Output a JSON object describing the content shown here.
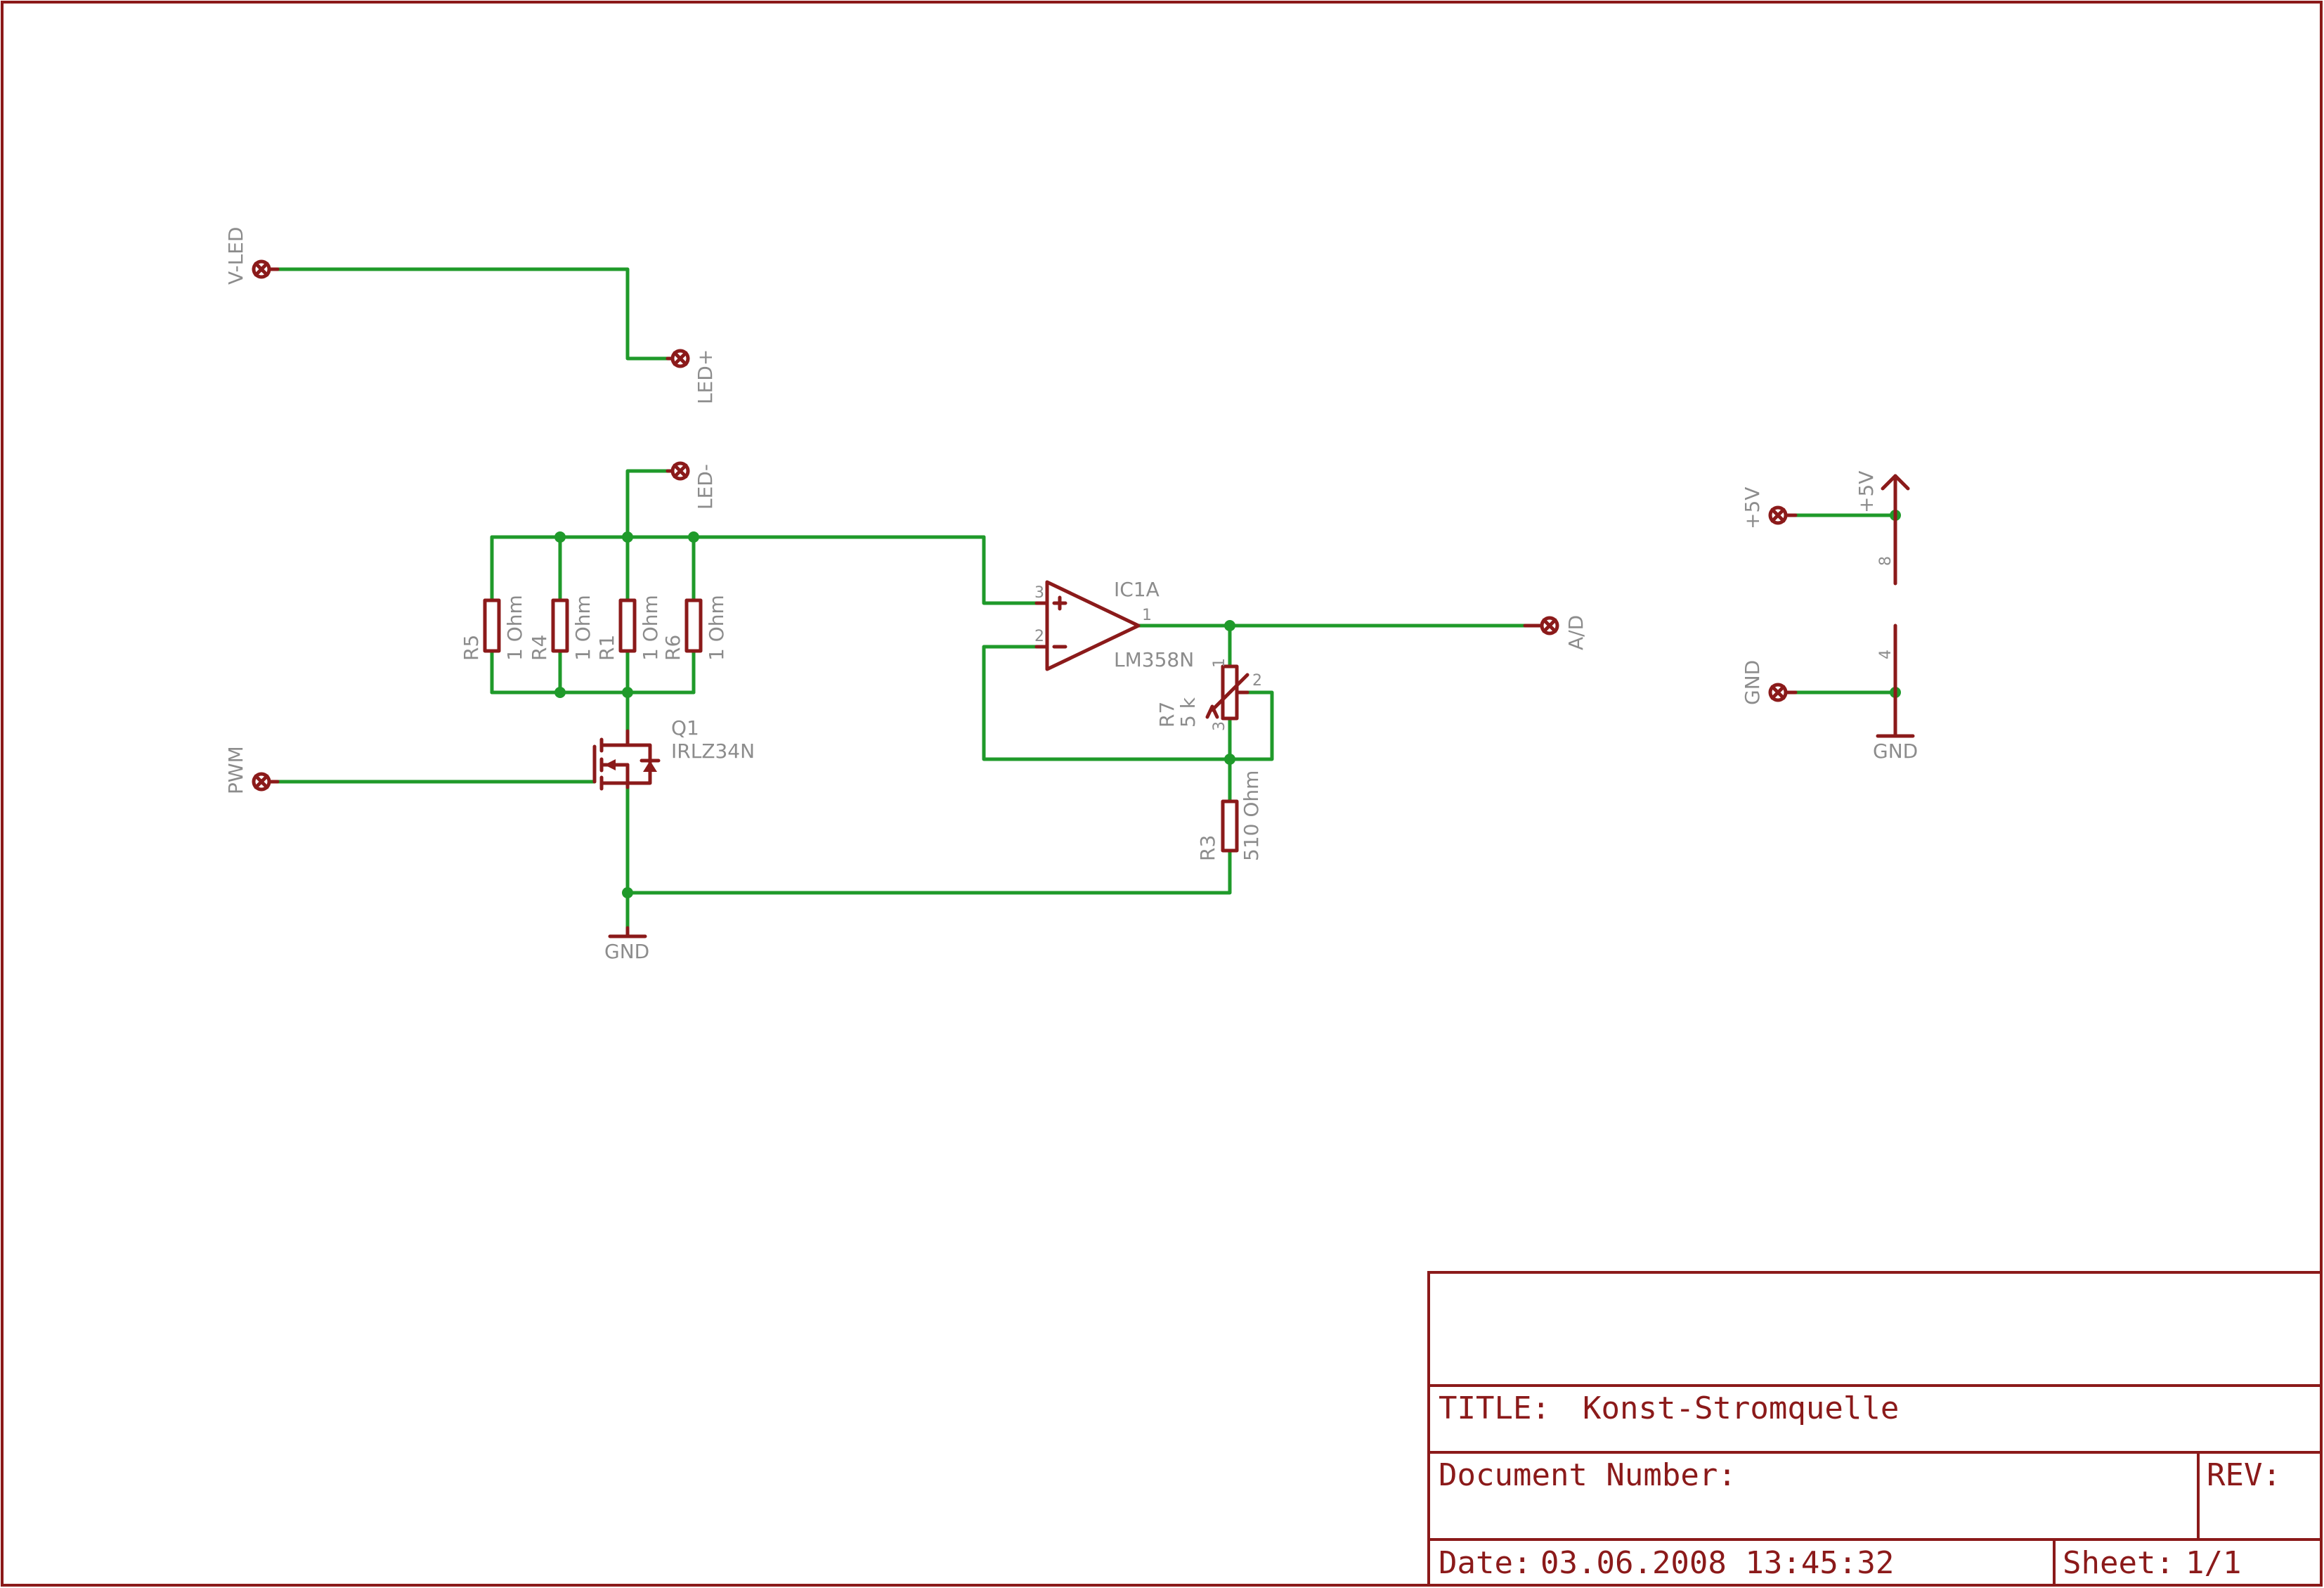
{
  "connectors": {
    "v_led": "V-LED",
    "led_plus": "LED+",
    "led_minus": "LED-",
    "pwm": "PWM",
    "ad": "A/D",
    "plus5v": "+5V",
    "gnd": "GND"
  },
  "resistors": {
    "r5": {
      "name": "R5",
      "value": "1 Ohm"
    },
    "r4": {
      "name": "R4",
      "value": "1 Ohm"
    },
    "r1": {
      "name": "R1",
      "value": "1 Ohm"
    },
    "r6": {
      "name": "R6",
      "value": "1 Ohm"
    },
    "r3": {
      "name": "R3",
      "value": "510 Ohm"
    },
    "r7": {
      "name": "R7",
      "value": "5 k"
    }
  },
  "transistor": {
    "name": "Q1",
    "value": "IRLZ34N"
  },
  "opamp": {
    "name": "IC1A",
    "value": "LM358N"
  },
  "pins": {
    "op_in_plus": "3",
    "op_in_minus": "2",
    "op_out": "1",
    "pot_1": "1",
    "pot_2": "2",
    "pot_3": "3",
    "supply_8": "8",
    "supply_4": "4"
  },
  "supply": {
    "plus5v": "+5V",
    "gnd_main": "GND",
    "gnd_right": "GND"
  },
  "title_block": {
    "title_label": "TITLE:",
    "title": "Konst-Stromquelle",
    "document_number_label": "Document Number:",
    "rev_label": "REV:",
    "date_label": "Date:",
    "date": "03.06.2008 13:45:32",
    "sheet_label": "Sheet:",
    "sheet": "1/1"
  },
  "colors": {
    "symbol": "#8b1a1a",
    "wire": "#1f9a2a",
    "label": "#8c8c8c",
    "background": "#ffffff"
  }
}
